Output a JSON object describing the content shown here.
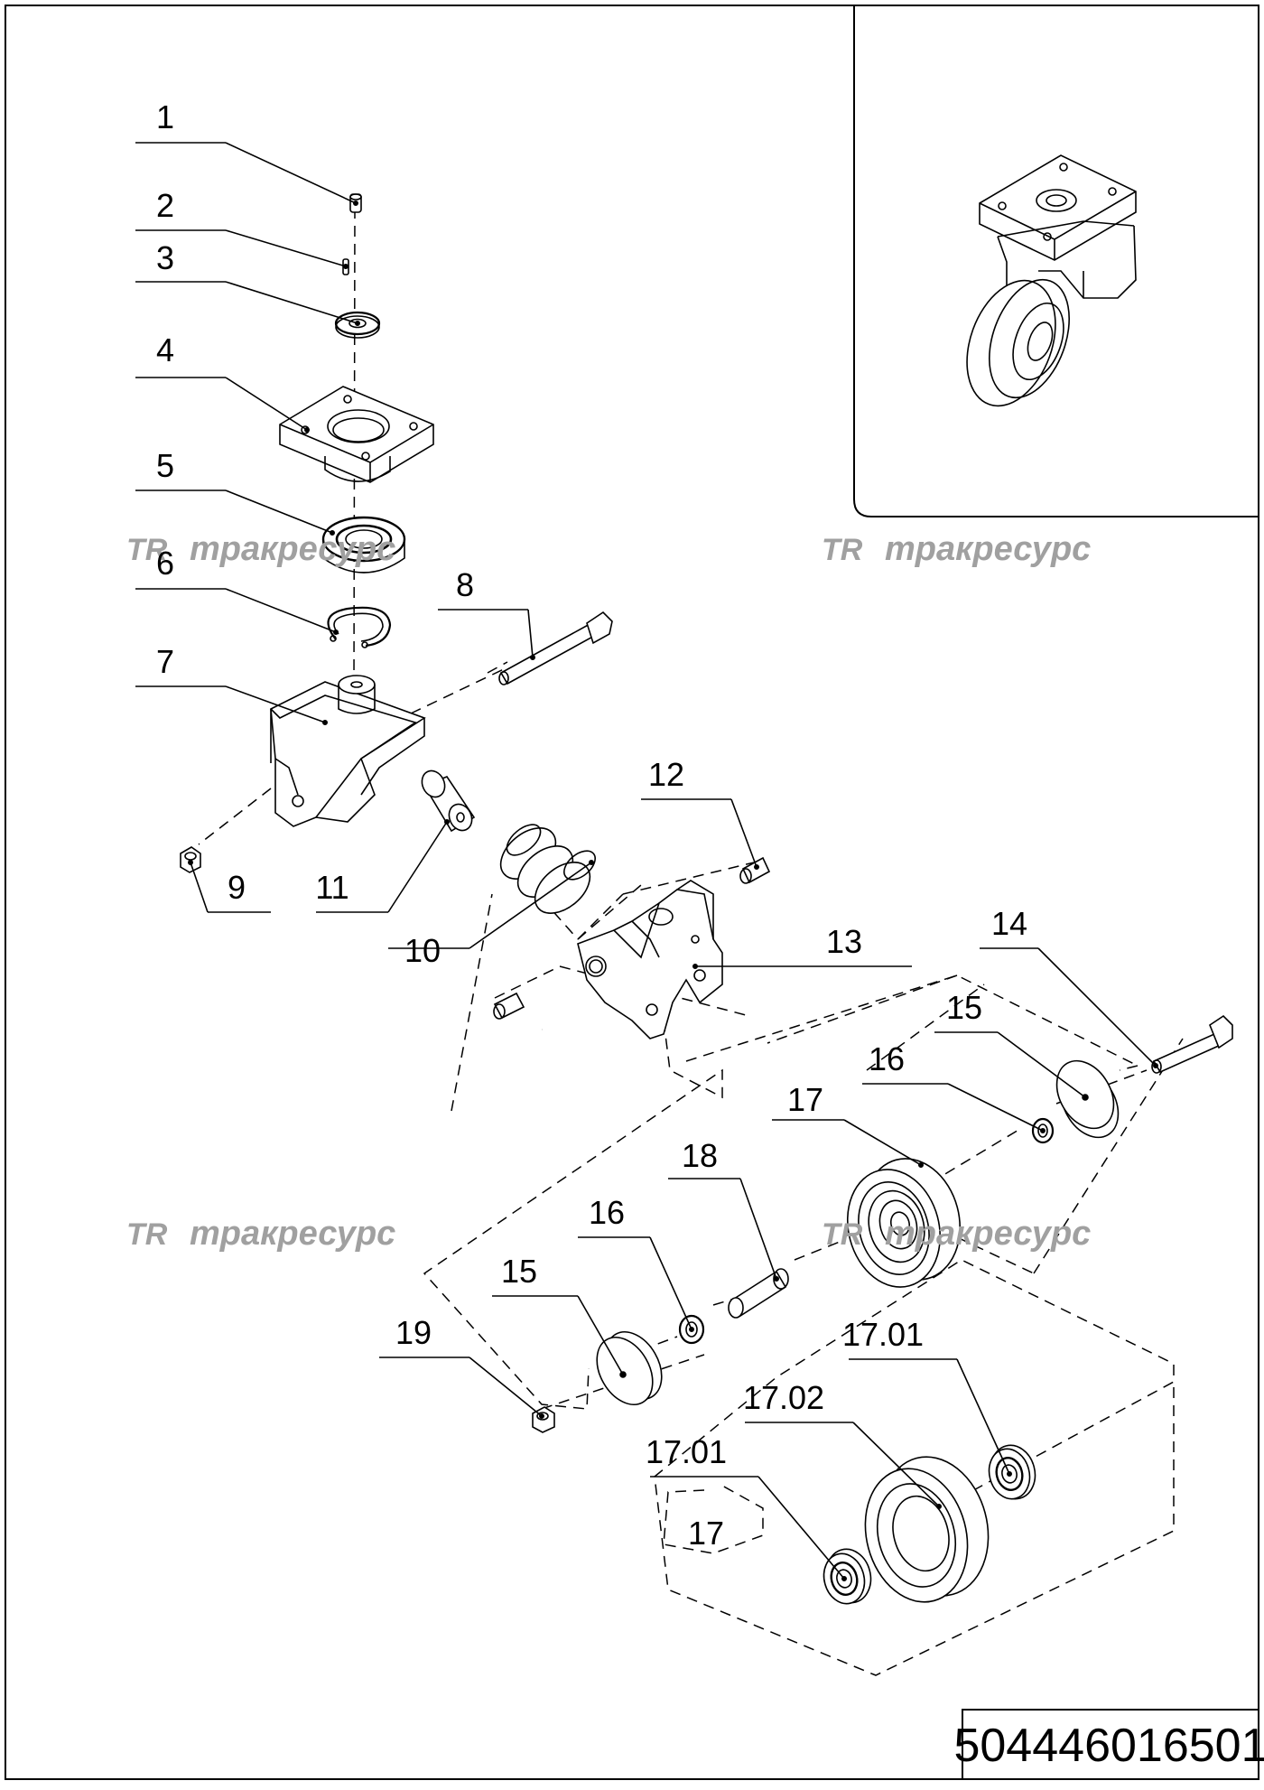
{
  "callouts": [
    "1",
    "2",
    "3",
    "4",
    "5",
    "6",
    "7",
    "8",
    "9",
    "10",
    "11",
    "12",
    "13",
    "14",
    "15",
    "16",
    "17",
    "18",
    "16",
    "15",
    "19",
    "17.01",
    "17.02",
    "17.01",
    "17"
  ],
  "watermark": "тракресурс",
  "watermark_logo": "TR",
  "document_number": "504446016501"
}
